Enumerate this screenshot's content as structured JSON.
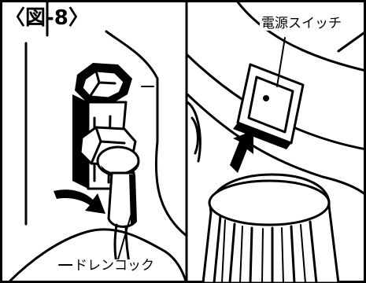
{
  "figure": {
    "label": "〈図-8〉"
  },
  "callouts": {
    "power_switch": "電源スイッチ",
    "drain_cock": "ドレンコック"
  }
}
